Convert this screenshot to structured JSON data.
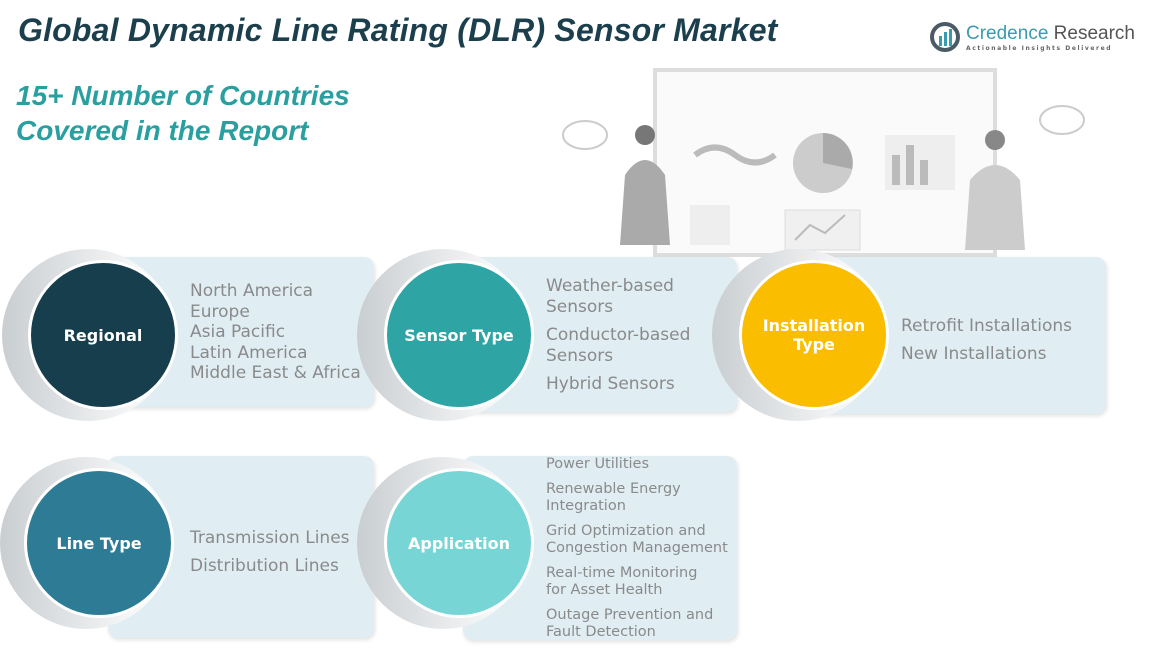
{
  "header": {
    "title": "Global Dynamic Line Rating (DLR) Sensor Market",
    "subtitle_line1": "15+ Number of Countries",
    "subtitle_line2": "Covered in the Report"
  },
  "logo": {
    "name_part1": "Credence",
    "name_part2": " Research",
    "tagline": "Actionable Insights Delivered"
  },
  "colors": {
    "regional": "#163e4d",
    "sensor_type": "#2ea4a4",
    "installation_type": "#fabd00",
    "line_type": "#2e7b96",
    "application": "#77d5d6",
    "panel": "#e0eef4"
  },
  "segments": [
    {
      "label": "Regional",
      "items": [
        "North America",
        "Europe",
        "Asia Pacific",
        "Latin America",
        "Middle East & Africa"
      ]
    },
    {
      "label": "Sensor Type",
      "items": [
        "Weather-based Sensors",
        "Conductor-based Sensors",
        "Hybrid Sensors"
      ]
    },
    {
      "label": "Installation Type",
      "items": [
        "Retrofit Installations",
        "New Installations"
      ]
    },
    {
      "label": "Line Type",
      "items": [
        "Transmission Lines",
        "Distribution Lines"
      ]
    },
    {
      "label": "Application",
      "items": [
        "Power Utilities",
        "Renewable Energy Integration",
        "Grid Optimization and Congestion Management",
        "Real-time Monitoring for Asset Health",
        "Outage Prevention and Fault Detection"
      ]
    }
  ]
}
